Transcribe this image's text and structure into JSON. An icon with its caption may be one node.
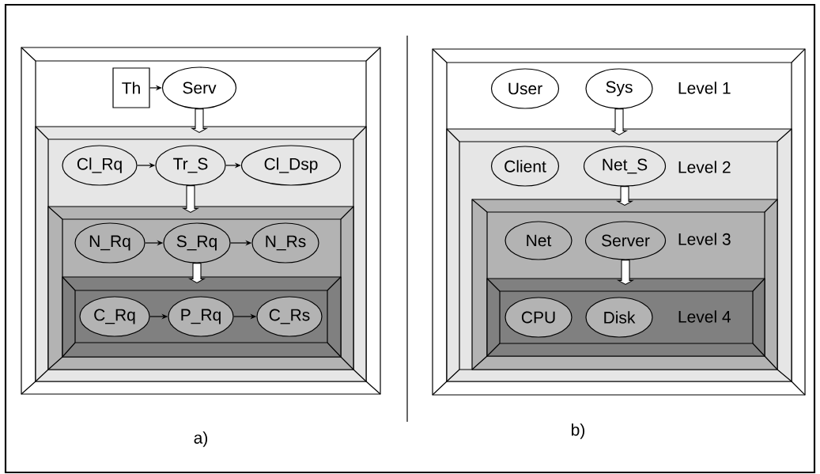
{
  "diagram": {
    "nodes": [
      {
        "text": [],
        "shape": "box"
      },
      {
        "text": [
          "Th"
        ],
        "in": 0
      },
      {
        "text": [
          "Serv"
        ],
        "in": 0
      },
      {
        "text": [],
        "shape": "box",
        "in": 0
      },
      {
        "text": [
          "Cl_Rq"
        ],
        "in": 3
      },
      {
        "text": [
          "Tr_S"
        ],
        "in": 3
      },
      {
        "text": [
          "Cl_Dsp"
        ],
        "in": 3
      },
      {
        "text": [],
        "shape": "box",
        "in": 3
      },
      {
        "text": [
          "N_Rq"
        ],
        "in": 7
      },
      {
        "text": [
          "S_Rq"
        ],
        "in": 7
      },
      {
        "text": [
          "N_Rs"
        ],
        "in": 7
      },
      {
        "text": [],
        "shape": "box",
        "in": 7
      },
      {
        "text": [
          "C_Rq"
        ],
        "in": 11
      },
      {
        "text": [
          "P_Rq"
        ],
        "in": 11
      },
      {
        "text": [
          "C_Rs"
        ],
        "in": 11
      },
      {
        "text": [
          "Level 1"
        ]
      },
      {
        "text": [
          "User"
        ],
        "in": 15
      },
      {
        "text": [
          "Sys"
        ],
        "in": 15
      },
      {
        "text": [
          "Level 2"
        ],
        "in": 15
      },
      {
        "text": [
          "Client"
        ],
        "in": 18
      },
      {
        "text": [
          "Net_S"
        ],
        "in": 18
      },
      {
        "text": [
          "Level 3"
        ],
        "in": 18
      },
      {
        "text": [
          "Net"
        ],
        "in": 21
      },
      {
        "text": [
          "Server"
        ],
        "in": 21
      },
      {
        "text": [
          "Level 4"
        ],
        "in": 21
      },
      {
        "text": [
          "CPU"
        ],
        "in": 24
      },
      {
        "text": [
          "Disk"
        ],
        "in": 24
      }
    ],
    "edges": [
      {
        "from": 1,
        "to": 2,
        "arrow": "to"
      },
      {
        "from": 2,
        "to": 3,
        "arrow": "to",
        "style": "thick"
      },
      {
        "from": 4,
        "to": 5,
        "arrow": "to"
      },
      {
        "from": 5,
        "to": 6,
        "arrow": "to"
      },
      {
        "from": 5,
        "to": 7,
        "arrow": "to",
        "style": "thick"
      },
      {
        "from": 8,
        "to": 9,
        "arrow": "to"
      },
      {
        "from": 9,
        "to": 10,
        "arrow": "to"
      },
      {
        "from": 9,
        "to": 11,
        "arrow": "to",
        "style": "thick"
      },
      {
        "from": 12,
        "to": 13,
        "arrow": "to"
      },
      {
        "from": 13,
        "to": 14,
        "arrow": "to"
      },
      {
        "from": 17,
        "to": 18,
        "arrow": "to",
        "style": "thick"
      },
      {
        "from": 20,
        "to": 21,
        "arrow": "to",
        "style": "thick"
      },
      {
        "from": 23,
        "to": 24,
        "arrow": "to",
        "style": "thick"
      }
    ],
    "labels": [
      "a)",
      "b)"
    ]
  }
}
